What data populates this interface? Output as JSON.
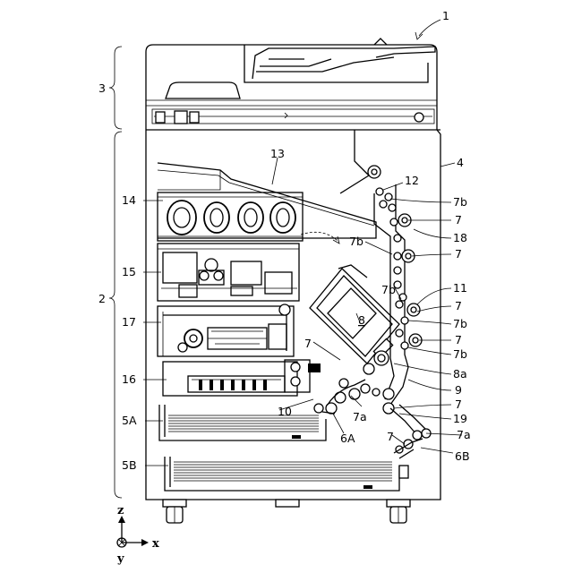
{
  "labels": {
    "apparatus": "1",
    "upper_section": "3",
    "lower_section": "2",
    "side_cover": "4",
    "optical_unit": "13",
    "belt_roller": "12",
    "toner_cartridges": "14",
    "exposure_unit": "15",
    "image_unit": "17",
    "transfer_unit": "16",
    "tray_upper": "5A",
    "tray_lower": "5B",
    "feeder_upper": "6A",
    "feeder_lower": "6B",
    "roller_group": "10",
    "fixing_unit": "8",
    "fixing_sub": "8a",
    "roller_7": "7",
    "roller_7a": "7a",
    "roller_7b": "7b",
    "path_9": "9",
    "path_11": "11",
    "sensor_18": "18",
    "sensor_19": "19"
  },
  "axes": {
    "z_label": "z",
    "x_label": "x",
    "y_label": "y"
  }
}
